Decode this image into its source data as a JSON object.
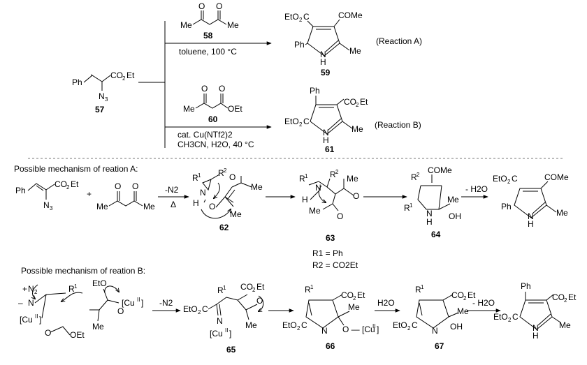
{
  "reaction_top": {
    "reagent_58_label": "58",
    "reagent_60_label": "60",
    "start_57_label": "57",
    "product_59_label": "59",
    "product_61_label": "61",
    "cond_A": "toluene, 100 °C",
    "cond_B_1": "cat. Cu(NTf2)2",
    "cond_B_2": "CH3CN, H2O, 40 °C",
    "tag_A": "(Reaction A)",
    "tag_B": "(Reaction B)"
  },
  "mech_A": {
    "heading": "Possible mechanism of reation A:",
    "cond_top": "-N2",
    "cond_bottom": "Δ",
    "plus": "+",
    "c62": "62",
    "c63": "63",
    "c64": "64",
    "r1": "R1 = Ph",
    "r2": "R2 = CO2Et",
    "water": "- H2O"
  },
  "mech_B": {
    "heading": "Possible mechanism of reation B:",
    "cond1": "-N2",
    "c65": "65",
    "c66": "66",
    "c67": "67",
    "cond2": "H2O",
    "cond3": "- H2O"
  }
}
